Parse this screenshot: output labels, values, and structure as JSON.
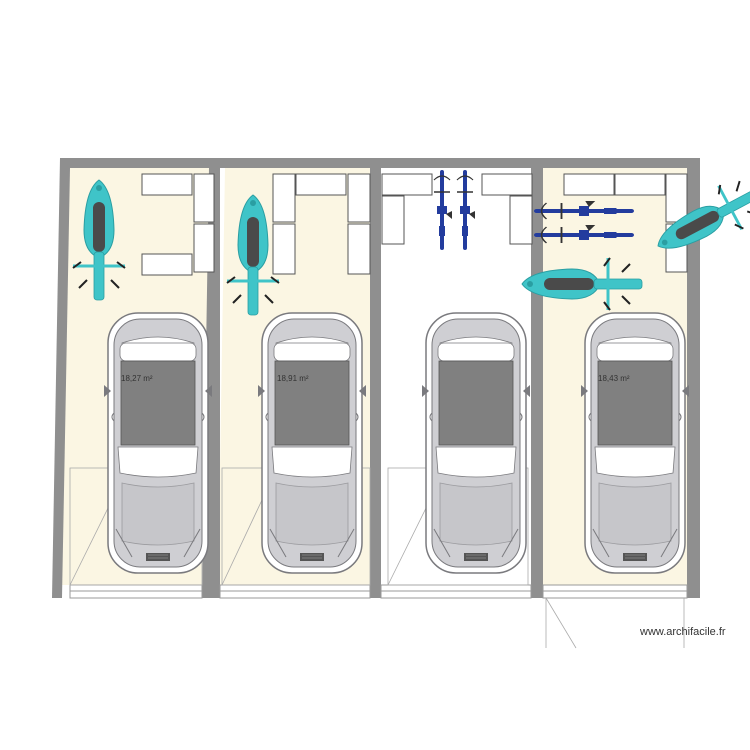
{
  "credit": "www.archifacile.fr",
  "rooms": [
    {
      "area_label": "18,27 m²"
    },
    {
      "area_label": "18,91 m²"
    },
    {
      "area_label": ""
    },
    {
      "area_label": "18,43 m²"
    }
  ],
  "colors": {
    "floor": "#fbf6e3",
    "floor_plain": "#ffffff",
    "wall": "#8f8f8f",
    "car_body": "#cfcfd3",
    "car_outline": "#7a7a7e",
    "car_roof": "#808080",
    "motorbike": "#3fc4c8",
    "motorbike_seat": "#4a4a4a",
    "bicycle": "#233c9e",
    "shelf": "#ffffff",
    "shelf_outline": "#555555"
  },
  "icons": [
    "car-icon",
    "motorbike-icon",
    "bicycle-icon",
    "shelf-icon"
  ]
}
